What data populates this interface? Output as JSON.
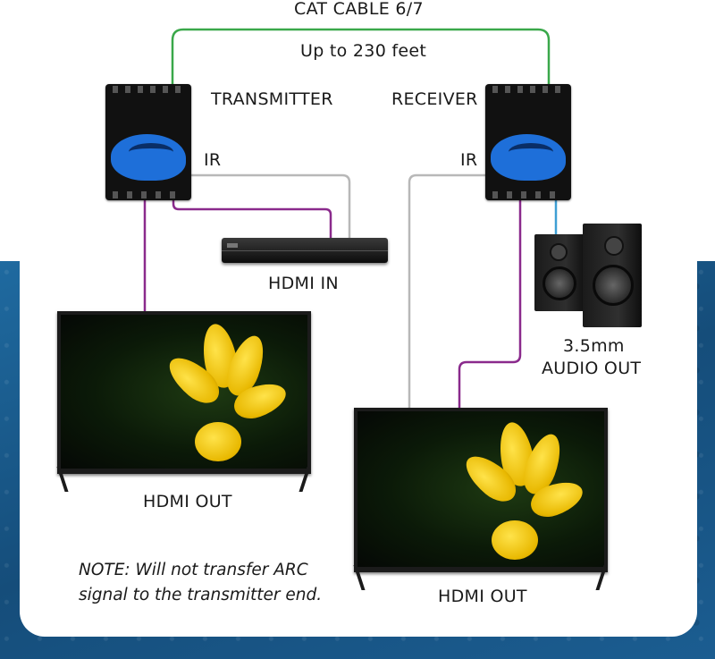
{
  "diagram": {
    "cable_title": "CAT CABLE 6/7",
    "cable_range": "Up to 230 feet",
    "transmitter_label": "TRANSMITTER",
    "receiver_label": "RECEIVER",
    "ir_left_label": "IR",
    "ir_right_label": "IR",
    "hdmi_in_label": "HDMI IN",
    "audio_line1": "3.5mm",
    "audio_line2": "AUDIO OUT",
    "hdmi_out_left_label": "HDMI OUT",
    "hdmi_out_right_label": "HDMI OUT",
    "note_line1": "NOTE: Will not transfer ARC",
    "note_line2": "signal to the transmitter end."
  },
  "colors": {
    "cat_cable": "#3aa84a",
    "hdmi_cable": "#8a2a8c",
    "ir_cable": "#b8b8b8",
    "audio_cable": "#3e9fd4",
    "background_blue": "#1a5a8c",
    "device_logo_blue": "#1e6fd9"
  }
}
